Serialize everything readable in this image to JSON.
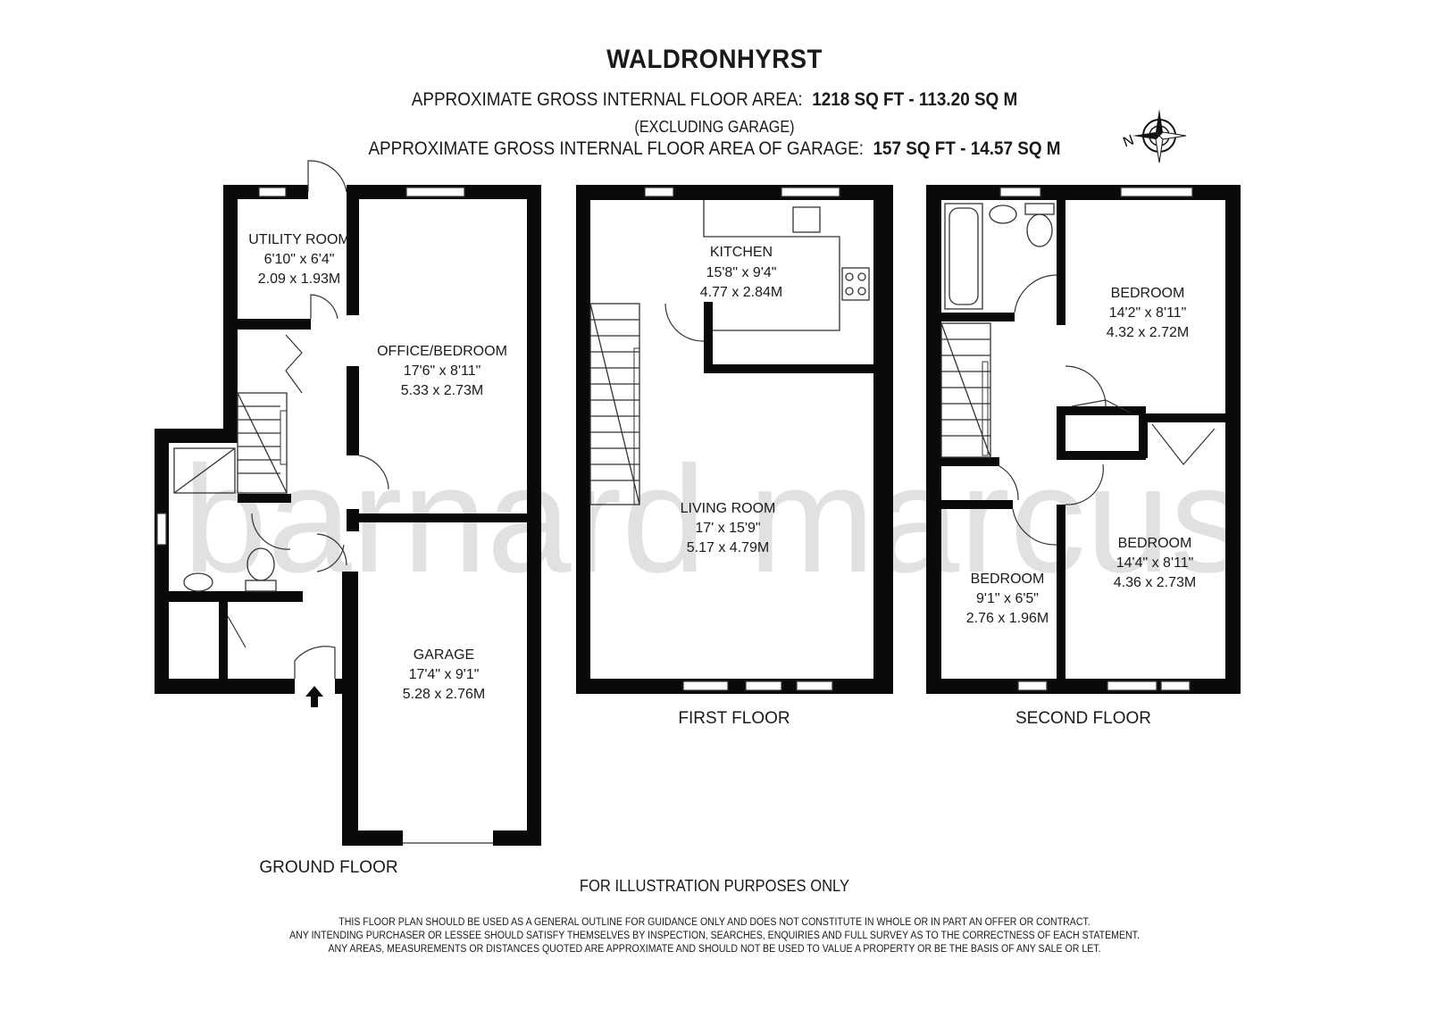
{
  "title": "WALDRONHYRST",
  "area_main": {
    "label": "APPROXIMATE GROSS INTERNAL FLOOR AREA:",
    "value": "1218 SQ FT  -  113.20 SQ M"
  },
  "area_note": "(EXCLUDING GARAGE)",
  "area_garage": {
    "label": "APPROXIMATE GROSS INTERNAL FLOOR AREA OF GARAGE:",
    "value": "157 SQ FT  -  14.57 SQ M"
  },
  "compass_label": "N",
  "watermark": "barnard marcus",
  "floors": {
    "ground": {
      "label": "GROUND FLOOR",
      "rooms": [
        {
          "name": "UTILITY ROOM",
          "imperial": "6'10\" x 6'4\"",
          "metric": "2.09 x 1.93M"
        },
        {
          "name": "OFFICE/BEDROOM",
          "imperial": "17'6\" x 8'11\"",
          "metric": "5.33 x 2.73M"
        },
        {
          "name": "GARAGE",
          "imperial": "17'4\" x 9'1\"",
          "metric": "5.28 x 2.76M"
        }
      ]
    },
    "first": {
      "label": "FIRST FLOOR",
      "rooms": [
        {
          "name": "KITCHEN",
          "imperial": "15'8\" x 9'4\"",
          "metric": "4.77 x 2.84M"
        },
        {
          "name": "LIVING ROOM",
          "imperial": "17' x 15'9\"",
          "metric": "5.17 x 4.79M"
        }
      ]
    },
    "second": {
      "label": "SECOND FLOOR",
      "rooms": [
        {
          "name": "BEDROOM",
          "imperial": "14'2\" x 8'11\"",
          "metric": "4.32 x 2.72M"
        },
        {
          "name": "BEDROOM",
          "imperial": "14'4\" x 8'11\"",
          "metric": "4.36 x 2.73M"
        },
        {
          "name": "BEDROOM",
          "imperial": "9'1\" x 6'5\"",
          "metric": "2.76 x 1.96M"
        }
      ]
    }
  },
  "illustration_note": "FOR ILLUSTRATION PURPOSES ONLY",
  "disclaimer": [
    "THIS FLOOR PLAN SHOULD BE USED AS A GENERAL OUTLINE FOR GUIDANCE ONLY AND DOES NOT CONSTITUTE IN WHOLE OR IN PART AN OFFER OR CONTRACT.",
    "ANY INTENDING PURCHASER OR LESSEE SHOULD SATISFY THEMSELVES BY INSPECTION, SEARCHES, ENQUIRIES AND FULL SURVEY AS TO THE CORRECTNESS OF EACH STATEMENT.",
    "ANY AREAS, MEASUREMENTS OR DISTANCES QUOTED ARE APPROXIMATE AND SHOULD NOT BE USED TO VALUE A PROPERTY OR BE THE BASIS OF ANY SALE OR LET."
  ]
}
